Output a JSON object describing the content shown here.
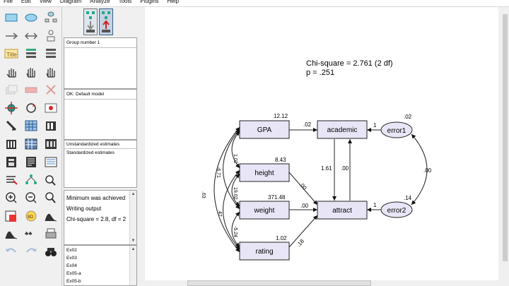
{
  "menu": [
    "File",
    "Edit",
    "View",
    "Diagram",
    "Analyze",
    "Tools",
    "Plugins",
    "Help"
  ],
  "toolbox": {
    "tools": [
      "draw-observed-icon",
      "draw-unobserved-icon",
      "draw-indicator-icon",
      "draw-path-icon",
      "draw-covariance-icon",
      "add-unique-variable-icon",
      "figure-caption-icon",
      "list-variables-model-icon",
      "list-variables-dataset-icon",
      "select-one-icon",
      "select-all-icon",
      "deselect-all-icon",
      "duplicate-icon",
      "move-icon",
      "erase-icon",
      "change-shape-icon",
      "rotate-indicators-icon",
      "reflect-indicators-icon",
      "move-parameters-icon",
      "reposition-diagram-icon",
      "touch-up-icon",
      "select-data-files-icon",
      "analysis-properties-icon",
      "calculate-estimates-icon",
      "copy-to-clipboard-icon",
      "view-text-output-icon",
      "save-diagram-icon",
      "object-properties-icon",
      "drag-properties-icon",
      "preserve-symmetries-icon",
      "zoom-in-area-icon",
      "zoom-in-icon",
      "zoom-out-icon",
      "zoom-page-icon",
      "fit-to-page-icon",
      "loupe-icon",
      "bayesian-estimation-icon",
      "multiple-group-icon",
      "print-icon",
      "undo-icon",
      "redo-icon",
      "specification-search-icon"
    ]
  },
  "panel": {
    "groups_header": "Group number 1",
    "models_header": "OK: Default model",
    "estimates": [
      "Unstandardized estimates",
      "Standardized estimates"
    ],
    "messages": [
      "Minimum was achieved",
      "Writing output",
      "Chi-square = 2.8, df = 2"
    ],
    "files": [
      "Ex02",
      "Ex03",
      "Ex04",
      "Ex05-a",
      "Ex05-b"
    ]
  },
  "diagram": {
    "chi_square": "Chi-square = 2.761 (2 df)",
    "p_value": "p = .251",
    "nodes": {
      "gpa": {
        "label": "GPA",
        "value": "12.12"
      },
      "height": {
        "label": "height",
        "value": "8.43"
      },
      "weight": {
        "label": "weight",
        "value": "371.48"
      },
      "rating": {
        "label": "rating",
        "value": "1.02"
      },
      "academic": {
        "label": "academic",
        "value": ""
      },
      "attract": {
        "label": "attract",
        "value": ""
      },
      "error1": {
        "label": "error1",
        "value": ".02"
      },
      "error2": {
        "label": "error2",
        "value": ".14"
      }
    },
    "path_labels": {
      "gpa_academic": ".02",
      "height_attract": ".00",
      "weight_attract": ".00",
      "rating_attract": ".18",
      "academic_attract": "1.61",
      "attract_academic": ".00",
      "error1_academic": "1",
      "error2_attract": "1",
      "error1_error2": ".00"
    },
    "covariance_labels": {
      "gpa_height": "1.02",
      "height_weight": "19.02",
      "weight_rating": "-5.24",
      "gpa_weight": "-6.71",
      "height_rating": ".47",
      "gpa_rating": ".63"
    }
  },
  "colors": {
    "node_fill": "#e8e6f6",
    "accent": "#3a5f8a"
  }
}
